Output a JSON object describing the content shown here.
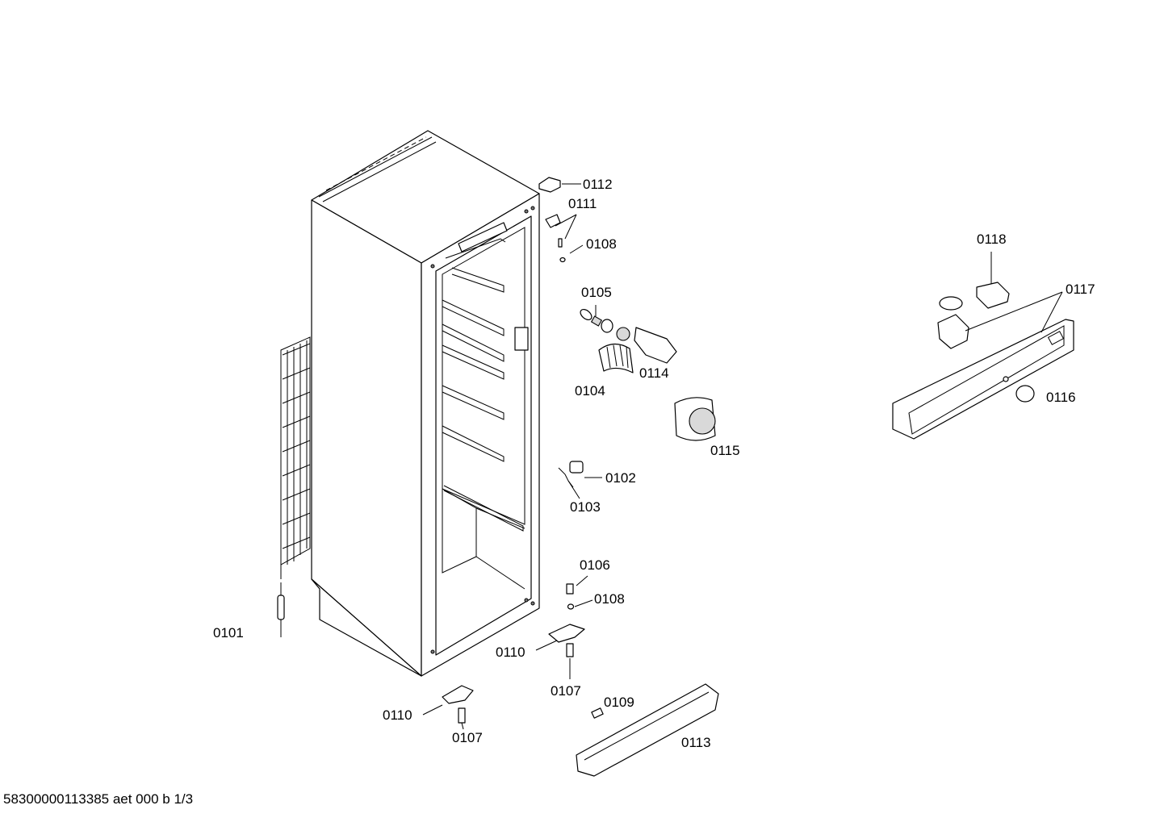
{
  "document_code": "58300000113385 aet 000 b 1/3",
  "labels": {
    "p0101": "0101",
    "p0102": "0102",
    "p0103": "0103",
    "p0104": "0104",
    "p0105": "0105",
    "p0106": "0106",
    "p0107a": "0107",
    "p0107b": "0107",
    "p0108a": "0108",
    "p0108b": "0108",
    "p0109": "0109",
    "p0110a": "0110",
    "p0110b": "0110",
    "p0111": "0111",
    "p0112": "0112",
    "p0113": "0113",
    "p0114": "0114",
    "p0115": "0115",
    "p0116": "0116",
    "p0117": "0117",
    "p0118": "0118"
  }
}
